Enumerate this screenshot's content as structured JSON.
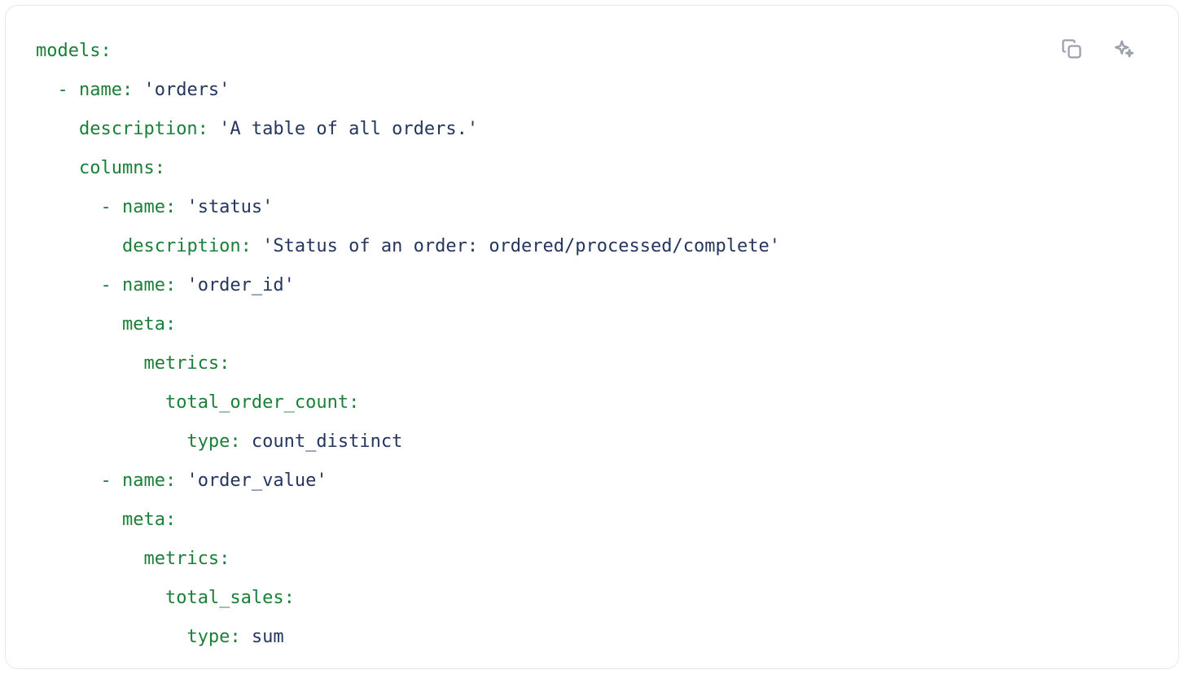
{
  "toolbar": {
    "copy_icon": "copy-icon",
    "sparkle_icon": "sparkle-icon"
  },
  "code": {
    "language": "yaml",
    "colors": {
      "key": "#1a7f37",
      "value": "#24365e",
      "icon": "#9aa1ab",
      "card_border": "#e6e8eb",
      "card_background": "#ffffff"
    },
    "lines": [
      {
        "indent": 0,
        "tokens": [
          {
            "t": "key",
            "text": "models:"
          }
        ]
      },
      {
        "indent": 2,
        "tokens": [
          {
            "t": "key",
            "text": "- name:"
          },
          {
            "t": "value",
            "text": "'orders'"
          }
        ]
      },
      {
        "indent": 4,
        "tokens": [
          {
            "t": "key",
            "text": "description:"
          },
          {
            "t": "value",
            "text": "'A table of all orders.'"
          }
        ]
      },
      {
        "indent": 4,
        "tokens": [
          {
            "t": "key",
            "text": "columns:"
          }
        ]
      },
      {
        "indent": 6,
        "tokens": [
          {
            "t": "key",
            "text": "- name:"
          },
          {
            "t": "value",
            "text": "'status'"
          }
        ]
      },
      {
        "indent": 8,
        "tokens": [
          {
            "t": "key",
            "text": "description:"
          },
          {
            "t": "value",
            "text": "'Status of an order: ordered/processed/complete'"
          }
        ]
      },
      {
        "indent": 6,
        "tokens": [
          {
            "t": "key",
            "text": "- name:"
          },
          {
            "t": "value",
            "text": "'order_id'"
          }
        ]
      },
      {
        "indent": 8,
        "tokens": [
          {
            "t": "key",
            "text": "meta:"
          }
        ]
      },
      {
        "indent": 10,
        "tokens": [
          {
            "t": "key",
            "text": "metrics:"
          }
        ]
      },
      {
        "indent": 12,
        "tokens": [
          {
            "t": "key",
            "text": "total_order_count:"
          }
        ]
      },
      {
        "indent": 14,
        "tokens": [
          {
            "t": "key",
            "text": "type:"
          },
          {
            "t": "value",
            "text": "count_distinct"
          }
        ]
      },
      {
        "indent": 6,
        "tokens": [
          {
            "t": "key",
            "text": "- name:"
          },
          {
            "t": "value",
            "text": "'order_value'"
          }
        ]
      },
      {
        "indent": 8,
        "tokens": [
          {
            "t": "key",
            "text": "meta:"
          }
        ]
      },
      {
        "indent": 10,
        "tokens": [
          {
            "t": "key",
            "text": "metrics:"
          }
        ]
      },
      {
        "indent": 12,
        "tokens": [
          {
            "t": "key",
            "text": "total_sales:"
          }
        ]
      },
      {
        "indent": 14,
        "tokens": [
          {
            "t": "key",
            "text": "type:"
          },
          {
            "t": "value",
            "text": "sum"
          }
        ]
      }
    ]
  }
}
